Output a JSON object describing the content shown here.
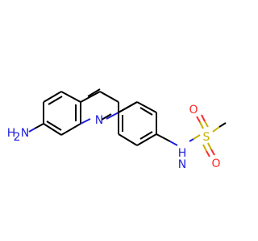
{
  "molecule": {
    "labels": {
      "amine_h2": "H",
      "amine_h_sub": "2",
      "amine_n": "N",
      "quinoline_n": "N",
      "sulfonamide_h": "H",
      "sulfonamide_n": "N",
      "sulfur": "S",
      "oxygen_top": "O",
      "oxygen_bottom": "O"
    },
    "colors": {
      "nitrogen": "#1f1fdf",
      "oxygen": "#ff2a2a",
      "sulfur": "#c6b000",
      "bond": "#000000"
    }
  }
}
